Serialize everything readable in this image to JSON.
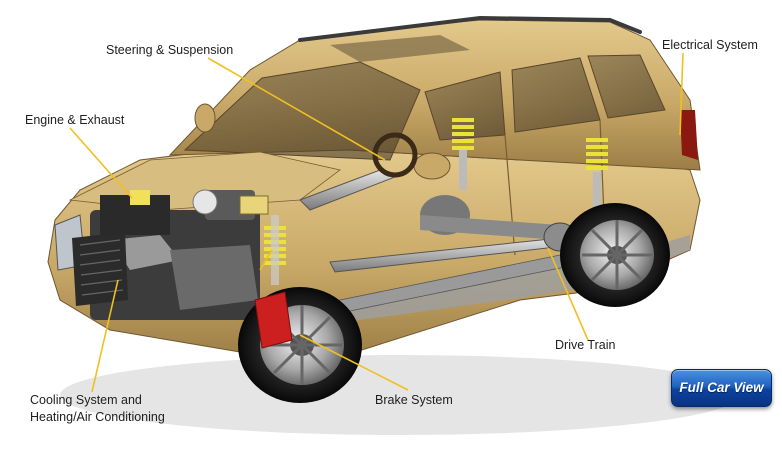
{
  "labels": {
    "steering_suspension": "Steering & Suspension",
    "electrical_system": "Electrical System",
    "engine_exhaust": "Engine & Exhaust",
    "drive_train": "Drive Train",
    "brake_system": "Brake System",
    "cooling_line1": "Cooling System and",
    "cooling_line2": "Heating/Air Conditioning"
  },
  "button": {
    "full_car_view": "Full Car View"
  },
  "colors": {
    "body_paint": "#c9a968",
    "leader_line": "#f0c020",
    "spring": "#e8e23a",
    "caliper": "#cc2020",
    "button_blue": "#1f63c3"
  }
}
